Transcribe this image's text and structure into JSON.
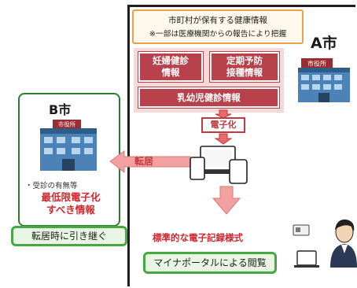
{
  "city_a": {
    "name": "A市",
    "building_sign": "市役所"
  },
  "info_box": {
    "line1": "市町村が保有する健康情報",
    "line2": "※一部は医療機関からの報告により把握"
  },
  "cards": {
    "pregnancy": [
      "妊婦健診",
      "情報"
    ],
    "vaccination": [
      "定期予防",
      "接種情報"
    ],
    "infant": "乳幼児健診情報"
  },
  "digitize_label": "電子化",
  "transfer_label": "転居",
  "city_b": {
    "name": "B市",
    "building_sign": "市役所",
    "note": "・受診の有無等",
    "minimum_lines": [
      "最低限電子化",
      "すべき情報"
    ],
    "handover_label": "転居時に引き継ぐ"
  },
  "standard_format_label": "標準的な電子記録様式",
  "portal_label": "マイナポータルによる閲覧",
  "colors": {
    "card_red": "#b8424c",
    "accent_red": "#d0282e",
    "green_border": "#46a844",
    "orange_border": "#e8a24a"
  }
}
